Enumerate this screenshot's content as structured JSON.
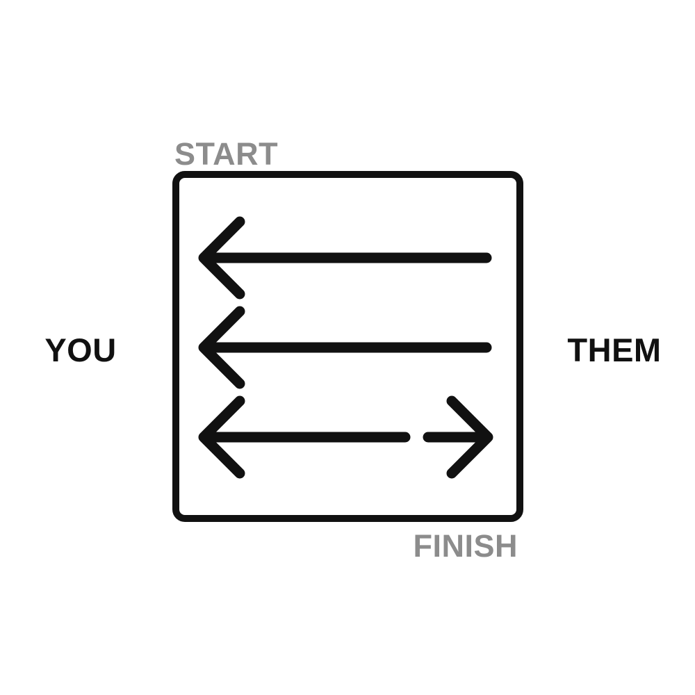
{
  "diagram": {
    "title_meaning": "negotiation exchange diagram",
    "start_label": "START",
    "finish_label": "FINISH",
    "left_label": "YOU",
    "right_label": "THEM",
    "arrows": [
      {
        "row": 1,
        "direction": "left",
        "meaning": "flow from THEM to YOU"
      },
      {
        "row": 2,
        "direction": "left",
        "meaning": "flow from THEM to YOU"
      },
      {
        "row": 3,
        "direction": "left-and-right",
        "meaning": "flow splits toward both YOU and THEM"
      }
    ],
    "colors": {
      "ink": "#111111",
      "muted_gray": "#8c8c8c",
      "background": "#ffffff"
    }
  }
}
